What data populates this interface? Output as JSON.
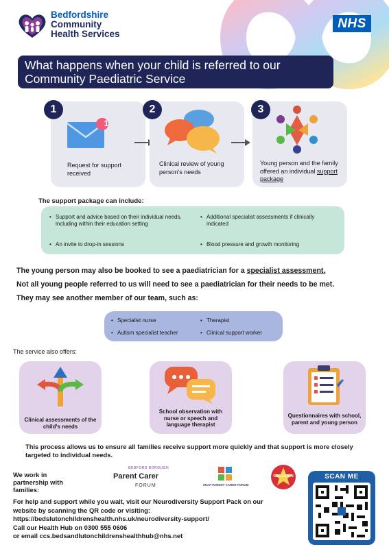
{
  "header": {
    "org_line1": "Bedfordshire",
    "org_line2": "Community",
    "org_line3": "Health Services",
    "nhs": "NHS"
  },
  "title": {
    "line1": "What happens when your child is referred to our",
    "line2": "Community Paediatric Service"
  },
  "steps": [
    {
      "num": "1",
      "text": "Request for support received",
      "badge": "1"
    },
    {
      "num": "2",
      "text": "Clinical review of young person's needs"
    },
    {
      "num": "3",
      "text_a": "Young person and the family offered an individual",
      "text_b": "support package"
    }
  ],
  "support_package": {
    "heading": "The support package can include:",
    "items": [
      "Support and advice based on their individual needs, including within their education setting",
      "Additional specialist assessments if clinically indicated",
      "An invite to drop-in sessions",
      "Blood pressure and growth monitoring"
    ]
  },
  "paragraphs": {
    "p1_a": "The young person may also be booked to see a paediatrician for a ",
    "p1_b": "specialist assessment.",
    "p2": "Not all young people referred to us will need to see a paediatrician for their needs to be met.",
    "p3": "They may see another member of our team, such as:"
  },
  "team": [
    "Specialist nurse",
    "Therapist",
    "Autism specialist teacher",
    "Clinical support worker"
  ],
  "offers": {
    "heading": "The service also offers:",
    "items": [
      "Clinical assessments of the child's needs",
      "School observation with nurse or speech and language therapist",
      "Questionnaires with school, parent and young person"
    ]
  },
  "process_text": "This process allows us to ensure all families receive support more quickly and that support is more closely targeted to individual needs.",
  "partners": {
    "label": "We work in partnership with families:",
    "forum1_top": "BEDFORD BOROUGH",
    "forum1_main": "Parent Carer",
    "forum1_sub": "FORUM",
    "forum2": "SNAP PARENT CARER FORUM",
    "forum3": "CBC LUTON"
  },
  "help": {
    "line1": "For help and support while you wait, visit our Neurodiversity Support Pack on our",
    "line2": "website by scanning the QR code or visiting:",
    "line3": "https://bedslutonchildrenshealth.nhs.uk/neurodiversity-support/",
    "line4": "Call our Health Hub on 0300 555 0606",
    "line5": "or email ccs.bedsandlutonchildrenshealthhub@nhs.net"
  },
  "scan": {
    "label": "SCAN ME"
  },
  "colors": {
    "navy": "#1f2557",
    "nhs_blue": "#005eb8",
    "mint": "#c5e6d8",
    "lavender": "#a9b6e0",
    "lilac": "#e2d2ea"
  }
}
